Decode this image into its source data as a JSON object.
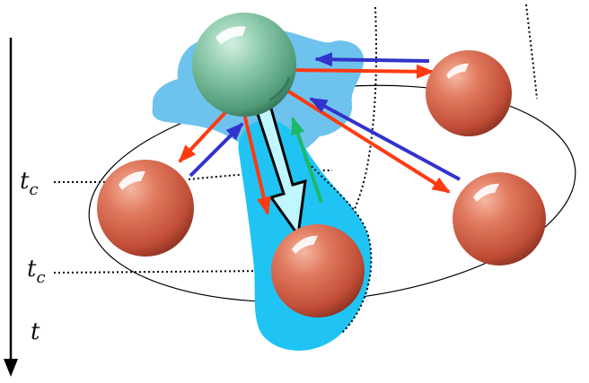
{
  "labels": {
    "tc": "t",
    "tc_sub": "c",
    "t": "t"
  },
  "colors": {
    "center_ball": "#5fa886",
    "outer_ball": "#c9523e",
    "cloud_light": "#6ec3ee",
    "cloud_bright": "#1fc4f4",
    "arrow_out": "#ff3a10",
    "arrow_in": "#3333cc",
    "arrow_green": "#1db866",
    "arrow_big_fill": "#bff6ff",
    "line": "#000000"
  },
  "icons": {
    "center_ball": "green-sphere",
    "outer_balls": "red-sphere",
    "time_axis": "down-arrow"
  }
}
